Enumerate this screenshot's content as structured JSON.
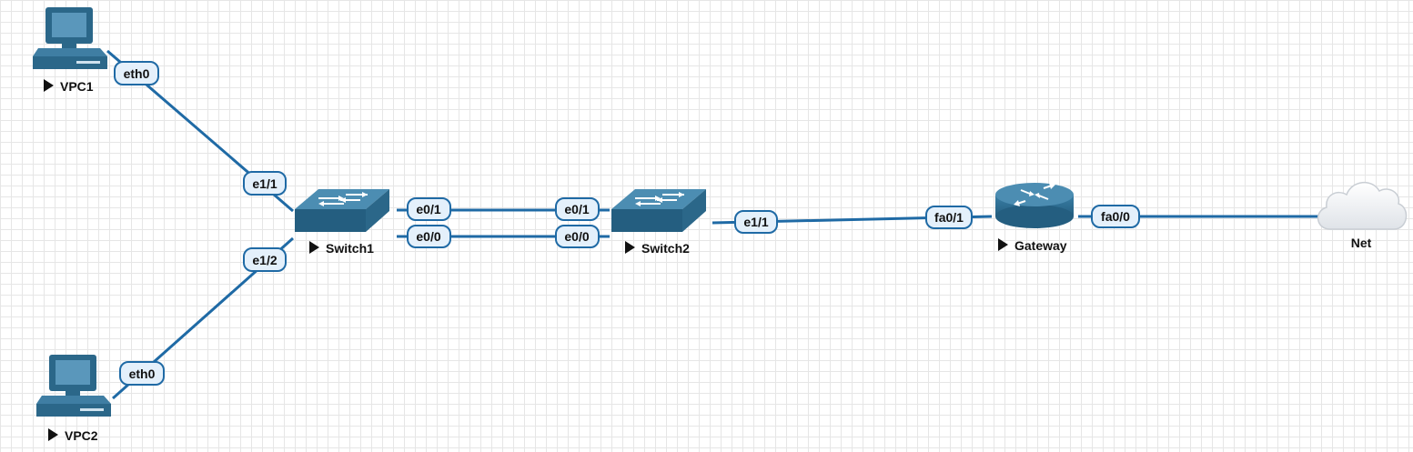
{
  "nodes": {
    "vpc1": {
      "label": "VPC1",
      "type": "pc",
      "running_indicator": "play"
    },
    "vpc2": {
      "label": "VPC2",
      "type": "pc",
      "running_indicator": "play"
    },
    "switch1": {
      "label": "Switch1",
      "type": "switch",
      "running_indicator": "play"
    },
    "switch2": {
      "label": "Switch2",
      "type": "switch",
      "running_indicator": "play"
    },
    "gateway": {
      "label": "Gateway",
      "type": "router",
      "running_indicator": "play"
    },
    "net": {
      "label": "Net",
      "type": "cloud"
    }
  },
  "ports": {
    "vpc1_eth0": "eth0",
    "vpc2_eth0": "eth0",
    "sw1_e11": "e1/1",
    "sw1_e12": "e1/2",
    "sw1_e01": "e0/1",
    "sw1_e00": "e0/0",
    "sw2_e01": "e0/1",
    "sw2_e00": "e0/0",
    "sw2_e11": "e1/1",
    "gw_fa01": "fa0/1",
    "gw_fa00": "fa0/0"
  },
  "links": [
    {
      "from": "VPC1",
      "from_port": "eth0",
      "to": "Switch1",
      "to_port": "e1/1"
    },
    {
      "from": "VPC2",
      "from_port": "eth0",
      "to": "Switch1",
      "to_port": "e1/2"
    },
    {
      "from": "Switch1",
      "from_port": "e0/1",
      "to": "Switch2",
      "to_port": "e0/1"
    },
    {
      "from": "Switch1",
      "from_port": "e0/0",
      "to": "Switch2",
      "to_port": "e0/0"
    },
    {
      "from": "Switch2",
      "from_port": "e1/1",
      "to": "Gateway",
      "to_port": "fa0/1"
    },
    {
      "from": "Gateway",
      "from_port": "fa0/0",
      "to": "Net",
      "to_port": ""
    }
  ],
  "colors": {
    "link": "#1f6aa5",
    "device": "#2b6789",
    "port_fill": "#e4f0fb",
    "grid": "#e6e6e6"
  },
  "icons": {
    "pc": "computer-icon",
    "switch": "switch-icon",
    "router": "router-icon",
    "cloud": "cloud-icon",
    "play": "play-triangle-icon"
  }
}
